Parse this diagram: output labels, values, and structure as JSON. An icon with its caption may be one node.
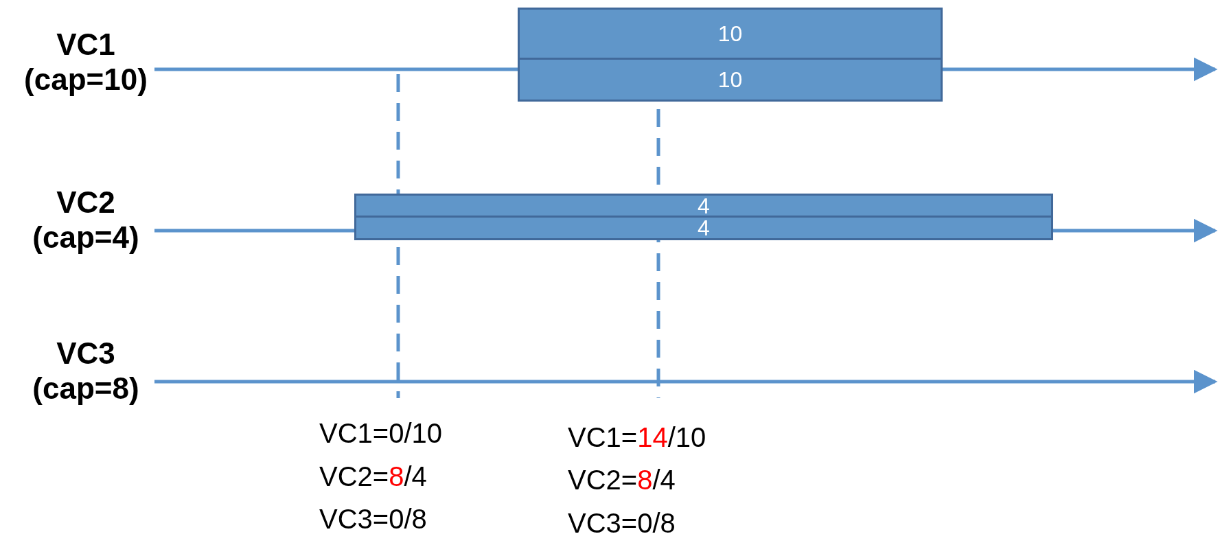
{
  "diagram": {
    "nodes": [
      {
        "text": [
          "10"
        ]
      },
      {
        "text": [
          "10"
        ]
      },
      {
        "text": [
          "4"
        ]
      },
      {
        "text": [
          "4"
        ]
      }
    ],
    "labels": [
      "VC1 (cap=10)",
      "VC2 (cap=4)",
      "VC3 (cap=8)",
      "VC1=0/10",
      "VC2=*8*/4",
      "VC3=0/8",
      "VC1=*14*/10",
      "VC2=*8*/4",
      "VC3=0/8"
    ]
  }
}
